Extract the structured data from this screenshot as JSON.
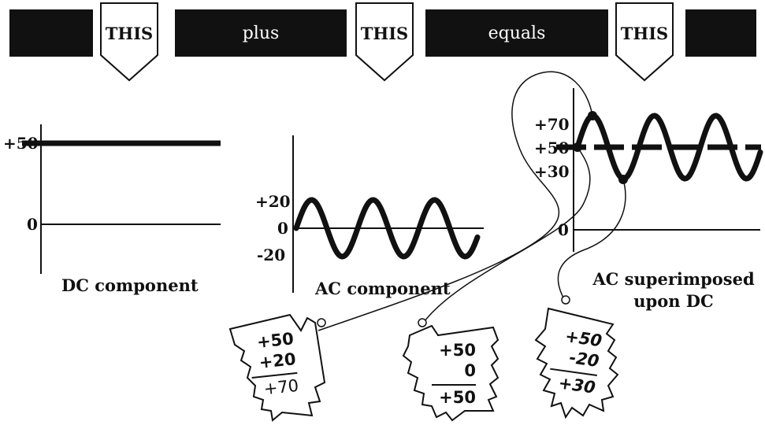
{
  "banner": {
    "words": [
      "plus",
      "equals"
    ],
    "tags": [
      "THIS",
      "THIS",
      "THIS"
    ]
  },
  "dc": {
    "tick_high": "+50",
    "tick_zero": "0",
    "caption": "DC component"
  },
  "ac": {
    "tick_high": "+20",
    "tick_zero": "0",
    "tick_low": "-20",
    "caption": "AC component"
  },
  "combined": {
    "tick_top": "+70",
    "tick_mid": "+50",
    "tick_low": "+30",
    "tick_zero": "0",
    "caption_line1": "AC superimposed",
    "caption_line2": "upon DC"
  },
  "tags": [
    {
      "a": "+50",
      "b": "+20",
      "result": "+70"
    },
    {
      "a": "+50",
      "b": "0",
      "result": "+50"
    },
    {
      "a": "+50",
      "b": "-20",
      "result": "+30"
    }
  ]
}
